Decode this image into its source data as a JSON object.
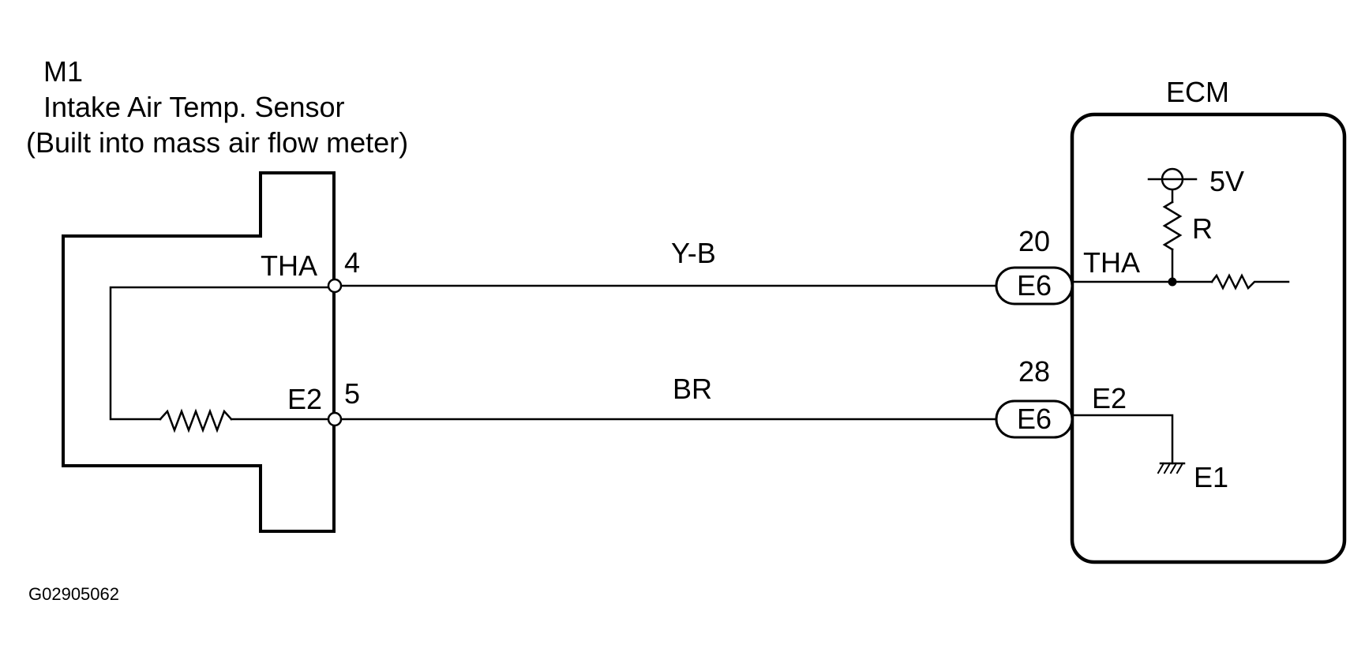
{
  "sensor": {
    "id": "M1",
    "name": "Intake Air Temp. Sensor",
    "note": "(Built into mass air flow meter)",
    "pins": [
      {
        "label": "THA",
        "number": "4"
      },
      {
        "label": "E2",
        "number": "5"
      }
    ]
  },
  "wires": [
    {
      "color": "Y-B"
    },
    {
      "color": "BR"
    }
  ],
  "ecm": {
    "title": "ECM",
    "connectors": [
      {
        "pin": "20",
        "id": "E6",
        "signal": "THA"
      },
      {
        "pin": "28",
        "id": "E6",
        "signal": "E2"
      }
    ],
    "supply": "5V",
    "resistor": "R",
    "ground": "E1"
  },
  "figure_code": "G02905062"
}
